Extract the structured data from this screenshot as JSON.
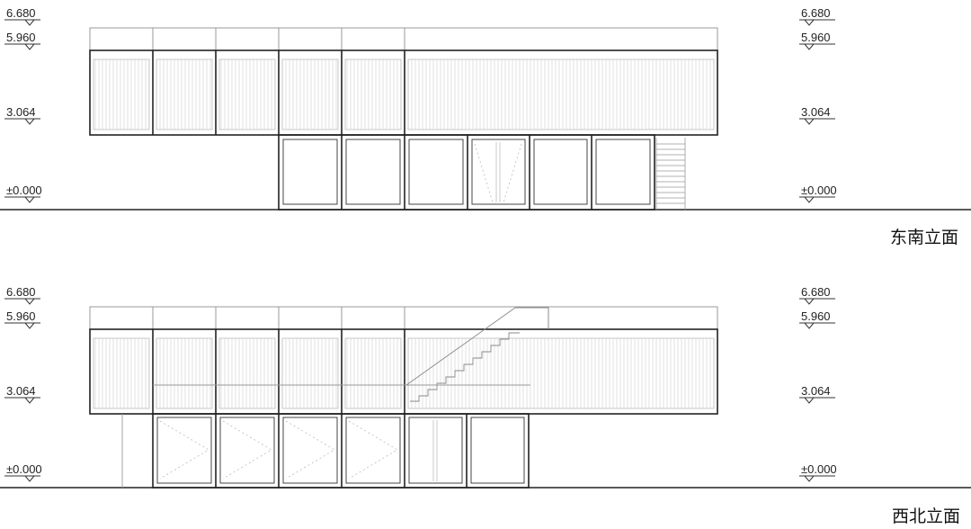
{
  "drawing": {
    "elevations": [
      {
        "title": "东南立面",
        "levels_left": [
          "6.680",
          "5.960",
          "3.064",
          "±0.000"
        ],
        "levels_right": [
          "6.680",
          "5.960",
          "3.064",
          "±0.000"
        ]
      },
      {
        "title": "西北立面",
        "levels_left": [
          "6.680",
          "5.960",
          "3.064",
          "±0.000"
        ],
        "levels_right": [
          "6.680",
          "5.960",
          "3.064",
          "±0.000"
        ]
      }
    ]
  }
}
